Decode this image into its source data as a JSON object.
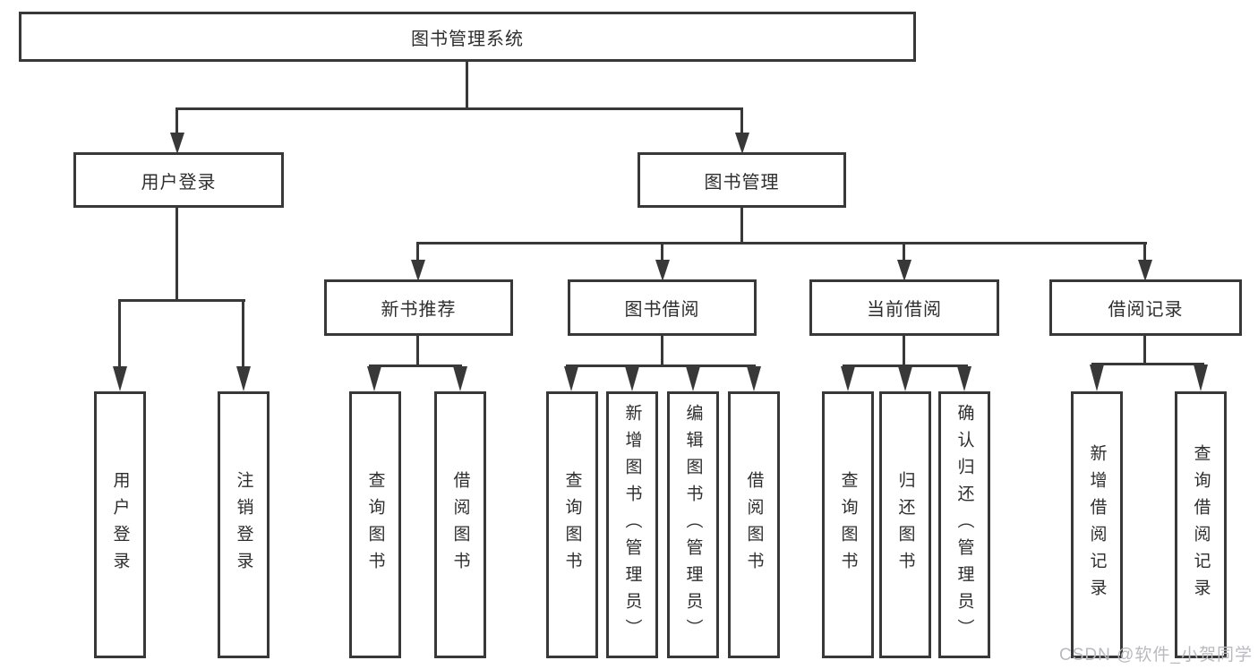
{
  "diagram": {
    "root": {
      "label": "图书管理系统"
    },
    "level2": [
      {
        "label": "用户登录"
      },
      {
        "label": "图书管理"
      }
    ],
    "level3": [
      {
        "label": "新书推荐"
      },
      {
        "label": "图书借阅"
      },
      {
        "label": "当前借阅"
      },
      {
        "label": "借阅记录"
      }
    ],
    "leaves": [
      {
        "label": "用户登录"
      },
      {
        "label": "注销登录"
      },
      {
        "label": "查询图书"
      },
      {
        "label": "借阅图书"
      },
      {
        "label": "查询图书"
      },
      {
        "label": "新增图书（管理员）"
      },
      {
        "label": "编辑图书（管理员）"
      },
      {
        "label": "借阅图书"
      },
      {
        "label": "查询图书"
      },
      {
        "label": "归还图书"
      },
      {
        "label": "确认归还（管理员）"
      },
      {
        "label": "新增借阅记录"
      },
      {
        "label": "查询借阅记录"
      }
    ],
    "watermark": "CSDN @软件_小贺同学"
  },
  "colors": {
    "line": "#383838",
    "text": "#2e2e2e",
    "background": "#ffffff",
    "watermark": "#b9b9c0"
  }
}
